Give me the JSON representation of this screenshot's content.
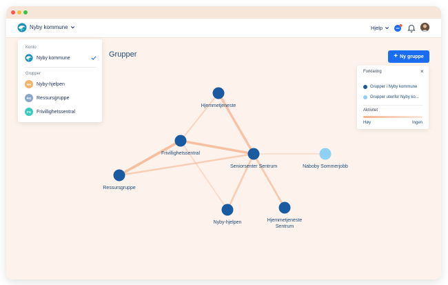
{
  "colors": {
    "accent": "#1a6cf0",
    "node_internal": "#1a5aa0",
    "node_external": "#8fd0f5",
    "edge": "#f4b08a"
  },
  "topbar": {
    "org_name": "Nyby kommune",
    "help_label": "Hjelp"
  },
  "dropdown": {
    "account_header": "Konto",
    "account_name": "Nyby kommune",
    "groups_header": "Grupper",
    "groups": [
      {
        "initials": "NH",
        "name": "Nyby-hjelpen",
        "color": "#f5b36a"
      },
      {
        "initials": "RG",
        "name": "Ressursgruppe",
        "color": "#8aa6c8"
      },
      {
        "initials": "FS",
        "name": "Frivillighetssentral",
        "color": "#3cc9c0"
      }
    ]
  },
  "page": {
    "title": "Grupper",
    "new_button_label": "Ny gruppe"
  },
  "legend": {
    "title": "Forklaring",
    "internal_label": "Grupper i Nyby kommune",
    "external_label": "Grupper utenfor Nyby ko...",
    "activity_label": "Aktivitet",
    "high_label": "Høy",
    "none_label": "Ingen"
  },
  "graph": {
    "nodes": [
      {
        "id": "hj",
        "label": [
          "Hjemmetjeneste"
        ],
        "type": "internal"
      },
      {
        "id": "fs",
        "label": [
          "Frivillighetssentral"
        ],
        "type": "internal"
      },
      {
        "id": "ss",
        "label": [
          "Seniorsenter Sentrum"
        ],
        "type": "internal"
      },
      {
        "id": "ns",
        "label": [
          "Naboby Sommerjobb"
        ],
        "type": "external"
      },
      {
        "id": "rg",
        "label": [
          "Ressursgruppe"
        ],
        "type": "internal"
      },
      {
        "id": "nh",
        "label": [
          "Nyby-hjelpen"
        ],
        "type": "internal"
      },
      {
        "id": "hs",
        "label": [
          "Hjemmetjeneste",
          "Sentrum"
        ],
        "type": "internal"
      }
    ],
    "edges": [
      {
        "from": "hj",
        "to": "ss",
        "activity": 0.8
      },
      {
        "from": "hj",
        "to": "fs",
        "activity": 0.35
      },
      {
        "from": "fs",
        "to": "ss",
        "activity": 0.85
      },
      {
        "from": "fs",
        "to": "rg",
        "activity": 0.9
      },
      {
        "from": "fs",
        "to": "nh",
        "activity": 0.25
      },
      {
        "from": "rg",
        "to": "ss",
        "activity": 0.5
      },
      {
        "from": "ss",
        "to": "nh",
        "activity": 0.55
      },
      {
        "from": "ss",
        "to": "hs",
        "activity": 0.6
      },
      {
        "from": "ss",
        "to": "ns",
        "activity": 0.2
      }
    ]
  }
}
